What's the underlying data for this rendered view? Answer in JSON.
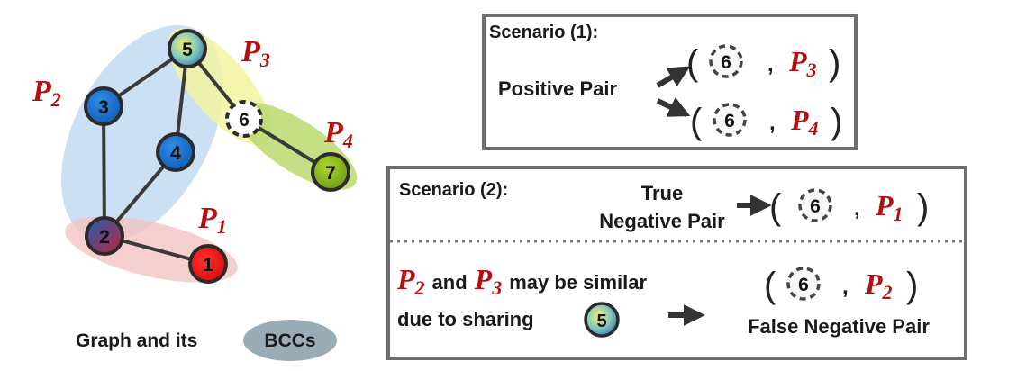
{
  "graph": {
    "nodes": [
      {
        "id": "1",
        "label": "1"
      },
      {
        "id": "2",
        "label": "2"
      },
      {
        "id": "3",
        "label": "3"
      },
      {
        "id": "4",
        "label": "4"
      },
      {
        "id": "5",
        "label": "5"
      },
      {
        "id": "6",
        "label": "6"
      },
      {
        "id": "7",
        "label": "7"
      }
    ],
    "partitions": {
      "p1": {
        "letter": "P",
        "sub": "1"
      },
      "p2": {
        "letter": "P",
        "sub": "2"
      },
      "p3": {
        "letter": "P",
        "sub": "3"
      },
      "p4": {
        "letter": "P",
        "sub": "4"
      }
    },
    "caption_prefix": "Graph and its",
    "caption_badge": "BCCs"
  },
  "scenario1": {
    "title": "Scenario (1):",
    "pair_label": "Positive Pair",
    "node": "6",
    "comma": ",",
    "pairs": [
      {
        "letter": "P",
        "sub": "3"
      },
      {
        "letter": "P",
        "sub": "4"
      }
    ]
  },
  "scenario2": {
    "title": "Scenario (2):",
    "true_line1": "True",
    "true_line2": "Negative Pair",
    "node": "6",
    "comma": ",",
    "true_pair": {
      "letter": "P",
      "sub": "1"
    },
    "sim_a": {
      "letter": "P",
      "sub": "2"
    },
    "sim_and": "and",
    "sim_b": {
      "letter": "P",
      "sub": "3"
    },
    "sim_text": "may be similar",
    "share_text": "due to sharing",
    "share_node": "5",
    "false_pair": {
      "letter": "P",
      "sub": "2"
    },
    "false_label": "False Negative Pair"
  }
}
